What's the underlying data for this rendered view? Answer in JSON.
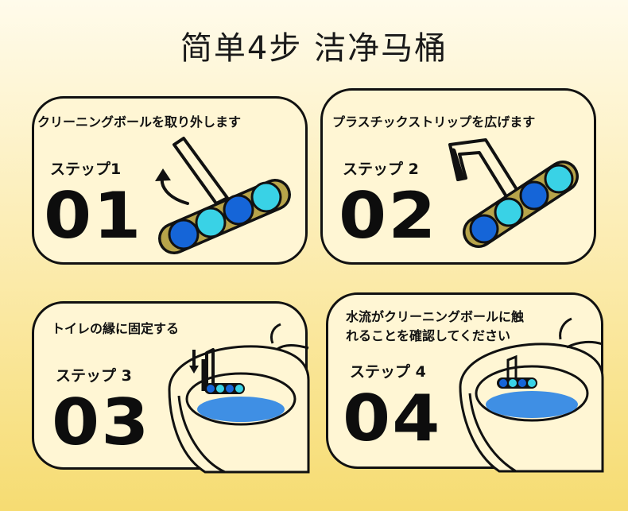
{
  "title": "简单4步  洁净马桶",
  "steps": [
    {
      "heading": "クリーニングボールを取り外します",
      "label": "ステップ1",
      "number": "01"
    },
    {
      "heading": "プラスチックストリップを広げます",
      "label": "ステップ 2",
      "number": "02"
    },
    {
      "heading": "トイレの縁に固定する",
      "label": "ステップ 3",
      "number": "03"
    },
    {
      "heading_lines": [
        "水流がクリーニングボールに触",
        "れることを確認してください"
      ],
      "label": "ステップ 4",
      "number": "04"
    }
  ],
  "colors": {
    "ball_dark": "#1565d8",
    "ball_light": "#39d2e6",
    "water": "#3f8fe4",
    "card_bg": "#fff6d4",
    "ring": "#b7a44a"
  }
}
